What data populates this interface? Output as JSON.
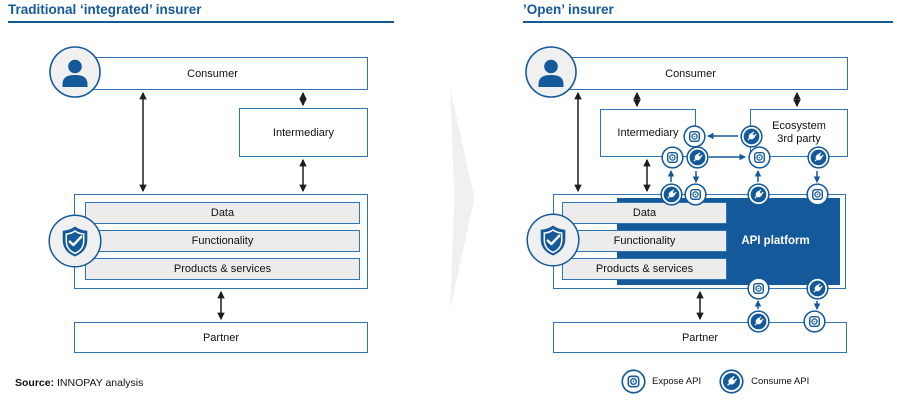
{
  "left_panel": {
    "title": "Traditional ‘integrated’ insurer",
    "consumer_label": "Consumer",
    "intermediary_label": "Intermediary",
    "insurer_layers": [
      "Data",
      "Functionality",
      "Products & services"
    ],
    "partner_label": "Partner"
  },
  "right_panel": {
    "title": "’Open’ insurer",
    "consumer_label": "Consumer",
    "intermediary_label": "Intermediary",
    "ecosystem_line1": "Ecosystem",
    "ecosystem_line2": "3rd party",
    "insurer_layers": [
      "Data",
      "Functionality",
      "Products & services"
    ],
    "api_platform_label": "API platform",
    "partner_label": "Partner"
  },
  "legend": {
    "expose_label": "Expose API",
    "consume_label": "Consume API"
  },
  "source": {
    "label": "Source:",
    "text": "INNOPAY analysis"
  },
  "icons": {
    "person-icon": "user silhouette in light circle",
    "shield-check-icon": "blue shield with white checkmark in light circle",
    "expose-api-icon": "rounded-square API endpoint in circle",
    "consume-api-icon": "white power plug on blue disc in circle",
    "transition-chevron-icon": "large light-gray chevron pointing right"
  },
  "colors": {
    "brand_blue": "#14599a",
    "box_border_blue": "#2e75b5",
    "row_gray": "#ececec",
    "arrow_black": "#1d1d1d",
    "chevron_gray": "#f0f0f0"
  }
}
